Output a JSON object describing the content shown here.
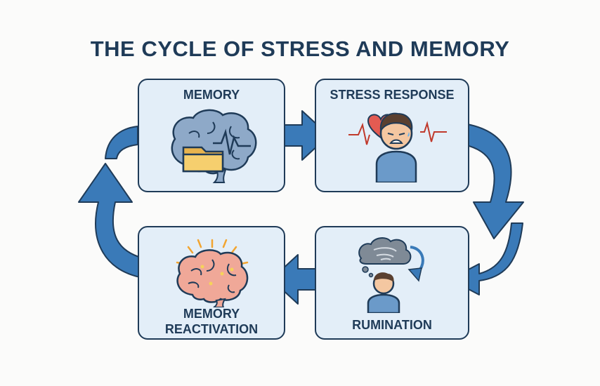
{
  "title": "THE CYCLE OF STRESS AND MEMORY",
  "stages": [
    {
      "label": "MEMORY",
      "icon": "brain-folder-icon"
    },
    {
      "label": "STRESS RESPONSE",
      "icon": "stressed-person-icon"
    },
    {
      "label": "RUMINATION",
      "icon": "thought-storm-icon"
    },
    {
      "label": "MEMORY\nREACTIVATION",
      "icon": "glowing-brain-icon"
    }
  ],
  "colors": {
    "title": "#1f3b58",
    "panel_fill": "#e3eef8",
    "panel_border": "#1f3b58",
    "arrow": "#3a7ab8"
  }
}
